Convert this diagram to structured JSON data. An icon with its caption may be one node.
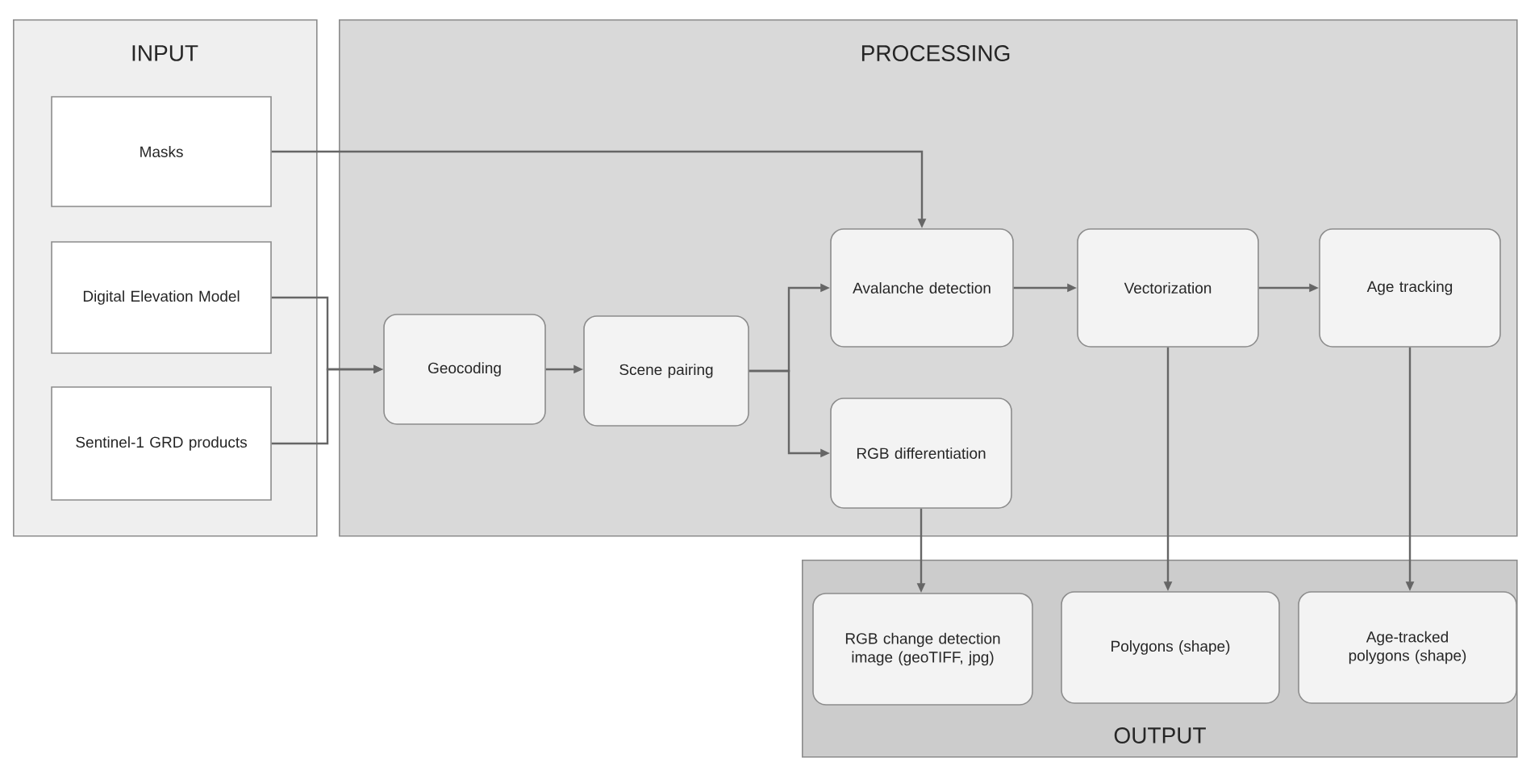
{
  "diagram": {
    "nodes": [
      {
        "text": [
          "INPUT"
        ]
      },
      {
        "text": [
          "Masks"
        ],
        "in": 0
      },
      {
        "text": [
          "Digital Elevation Model"
        ],
        "in": 0
      },
      {
        "text": [
          "Sentinel-1 GRD products"
        ],
        "in": 0
      },
      {
        "text": [
          "PROCESSING"
        ]
      },
      {
        "text": [
          "Geocoding"
        ],
        "in": 4
      },
      {
        "text": [
          "Scene pairing"
        ],
        "in": 4
      },
      {
        "text": [
          "Avalanche detection"
        ],
        "in": 4
      },
      {
        "text": [
          "RGB differentiation"
        ],
        "in": 4
      },
      {
        "text": [
          "Vectorization"
        ],
        "in": 4
      },
      {
        "text": [
          "Age tracking"
        ],
        "in": 4
      },
      {
        "text": [
          "OUTPUT"
        ]
      },
      {
        "text": [
          "RGB change detection image (geoTIFF, jpg)"
        ],
        "in": 11
      },
      {
        "text": [
          "Polygons (shape)"
        ],
        "in": 11
      },
      {
        "text": [
          "Age-tracked polygons (shape)"
        ],
        "in": 11
      }
    ],
    "edges": [
      {
        "from": 1,
        "to": 7,
        "arrow": "to"
      },
      {
        "from": 2,
        "to": 5,
        "arrow": "to"
      },
      {
        "from": 3,
        "to": 5,
        "arrow": "to"
      },
      {
        "from": 5,
        "to": 6,
        "arrow": "to"
      },
      {
        "from": 6,
        "to": 7,
        "arrow": "to"
      },
      {
        "from": 6,
        "to": 8,
        "arrow": "to"
      },
      {
        "from": 7,
        "to": 9,
        "arrow": "to"
      },
      {
        "from": 9,
        "to": 10,
        "arrow": "to"
      },
      {
        "from": 8,
        "to": 12,
        "arrow": "to"
      },
      {
        "from": 9,
        "to": 13,
        "arrow": "to"
      },
      {
        "from": 10,
        "to": 14,
        "arrow": "to"
      }
    ]
  }
}
